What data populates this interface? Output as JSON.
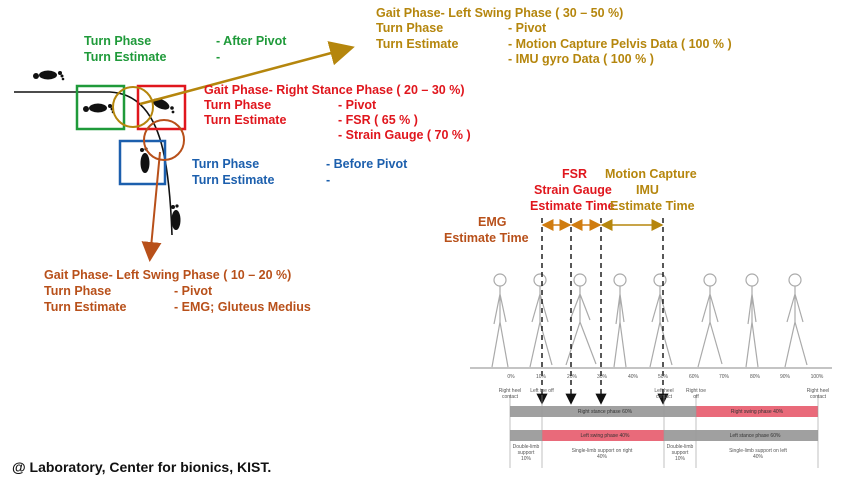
{
  "after_pivot": {
    "turn_phase_label": "Turn Phase",
    "turn_phase_value": "- After Pivot",
    "turn_estimate_label": "Turn Estimate",
    "turn_estimate_value": "-"
  },
  "left_swing_30_50": {
    "title": "Gait Phase- Left Swing Phase ( 30 – 50 %)",
    "turn_phase_label": "Turn Phase",
    "turn_phase_value": "- Pivot",
    "turn_estimate_label": "Turn Estimate",
    "turn_estimate_value_1": "- Motion Capture Pelvis Data ( 100 % )",
    "turn_estimate_value_2": "- IMU gyro Data ( 100 % )"
  },
  "right_stance_20_30": {
    "title": "Gait Phase- Right Stance Phase ( 20 – 30 %)",
    "turn_phase_label": "Turn Phase",
    "turn_phase_value": "- Pivot",
    "turn_estimate_label": "Turn Estimate",
    "turn_estimate_value_1": "- FSR ( 65 % )",
    "turn_estimate_value_2": "- Strain Gauge ( 70 % )"
  },
  "before_pivot": {
    "turn_phase_label": "Turn Phase",
    "turn_phase_value": "- Before Pivot",
    "turn_estimate_label": "Turn Estimate",
    "turn_estimate_value": "-"
  },
  "left_swing_10_20": {
    "title": "Gait Phase- Left Swing Phase ( 10 – 20 %)",
    "turn_phase_label": "Turn Phase",
    "turn_phase_value": "- Pivot",
    "turn_estimate_label": "Turn Estimate",
    "turn_estimate_value": "- EMG; Gluteus Medius"
  },
  "timing_labels": {
    "emg_1": "EMG",
    "emg_2": "Estimate Time",
    "fsr_1": "FSR",
    "fsr_2": "Strain Gauge",
    "fsr_3": "Estimate Time",
    "mc_1": "Motion Capture",
    "mc_2": "IMU",
    "mc_3": "Estimate Time"
  },
  "gait_cycle": {
    "percent_ticks": [
      "0%",
      "10%",
      "20%",
      "30%",
      "40%",
      "50%",
      "60%",
      "70%",
      "80%",
      "90%",
      "100%"
    ],
    "events": [
      "Right heel contact",
      "Left toe off",
      "Left heel contact",
      "Right toe off",
      "Right heel contact"
    ],
    "right_stance": "Right stance phase 60%",
    "right_swing": "Right swing phase 40%",
    "left_swing": "Left swing phase 40%",
    "left_stance": "Left stance phase 60%",
    "supports": [
      "Double-limb support 10%",
      "Single-limb support on right 40%",
      "Double-limb support 10%",
      "Single-limb support on left 40%"
    ]
  },
  "footer": "@ Laboratory, Center for bionics, KIST.",
  "colors": {
    "green": "#1f9a3a",
    "olive": "#b5860d",
    "red": "#e0161d",
    "blue": "#1c5fad",
    "brown": "#b8501a",
    "stance_bar": "#a0a0a0",
    "swing_bar": "#e96a7a"
  }
}
